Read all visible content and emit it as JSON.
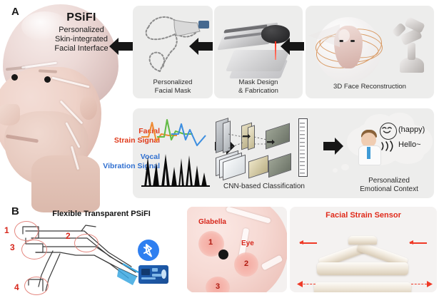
{
  "figure": {
    "panel_a_label": "A",
    "panel_b_label": "B"
  },
  "panel_a": {
    "device": {
      "acronym": "PSiFI",
      "expansion_line1": "Personalized",
      "expansion_line2": "Skin-integrated",
      "expansion_line3": "Facial Interface"
    },
    "workflow_steps": [
      {
        "caption_line1": "Personalized",
        "caption_line2": "Facial Mask"
      },
      {
        "caption_line1": "Mask Design",
        "caption_line2": "& Fabrication"
      },
      {
        "caption_line1": "3D Face Reconstruction",
        "caption_line2": ""
      }
    ],
    "signals": [
      {
        "label_line1": "Facial",
        "label_line2": "Strain Signal",
        "color": "#e03b1c"
      },
      {
        "label_line1": "Vocal",
        "label_line2": "Vibration Signal",
        "color": "#2f6fd0"
      }
    ],
    "classification": {
      "caption": "CNN-based Classification"
    },
    "output": {
      "emotion_tag": "(happy)",
      "speech_tag": "Hello~",
      "caption_line1": "Personalized",
      "caption_line2": "Emotional Context"
    }
  },
  "panel_b": {
    "device_title": "Flexible Transparent PSiFI",
    "device_markers": [
      "1",
      "2",
      "3",
      "4"
    ],
    "wireless_icon": "bluetooth-icon",
    "face_map": {
      "regions": [
        {
          "name": "Glabella",
          "marker": "1"
        },
        {
          "name": "Eye",
          "marker": "2"
        },
        {
          "name": "",
          "marker": "3"
        }
      ]
    },
    "sensor": {
      "title": "Facial Strain Sensor",
      "title_color": "#e02b1b"
    }
  }
}
